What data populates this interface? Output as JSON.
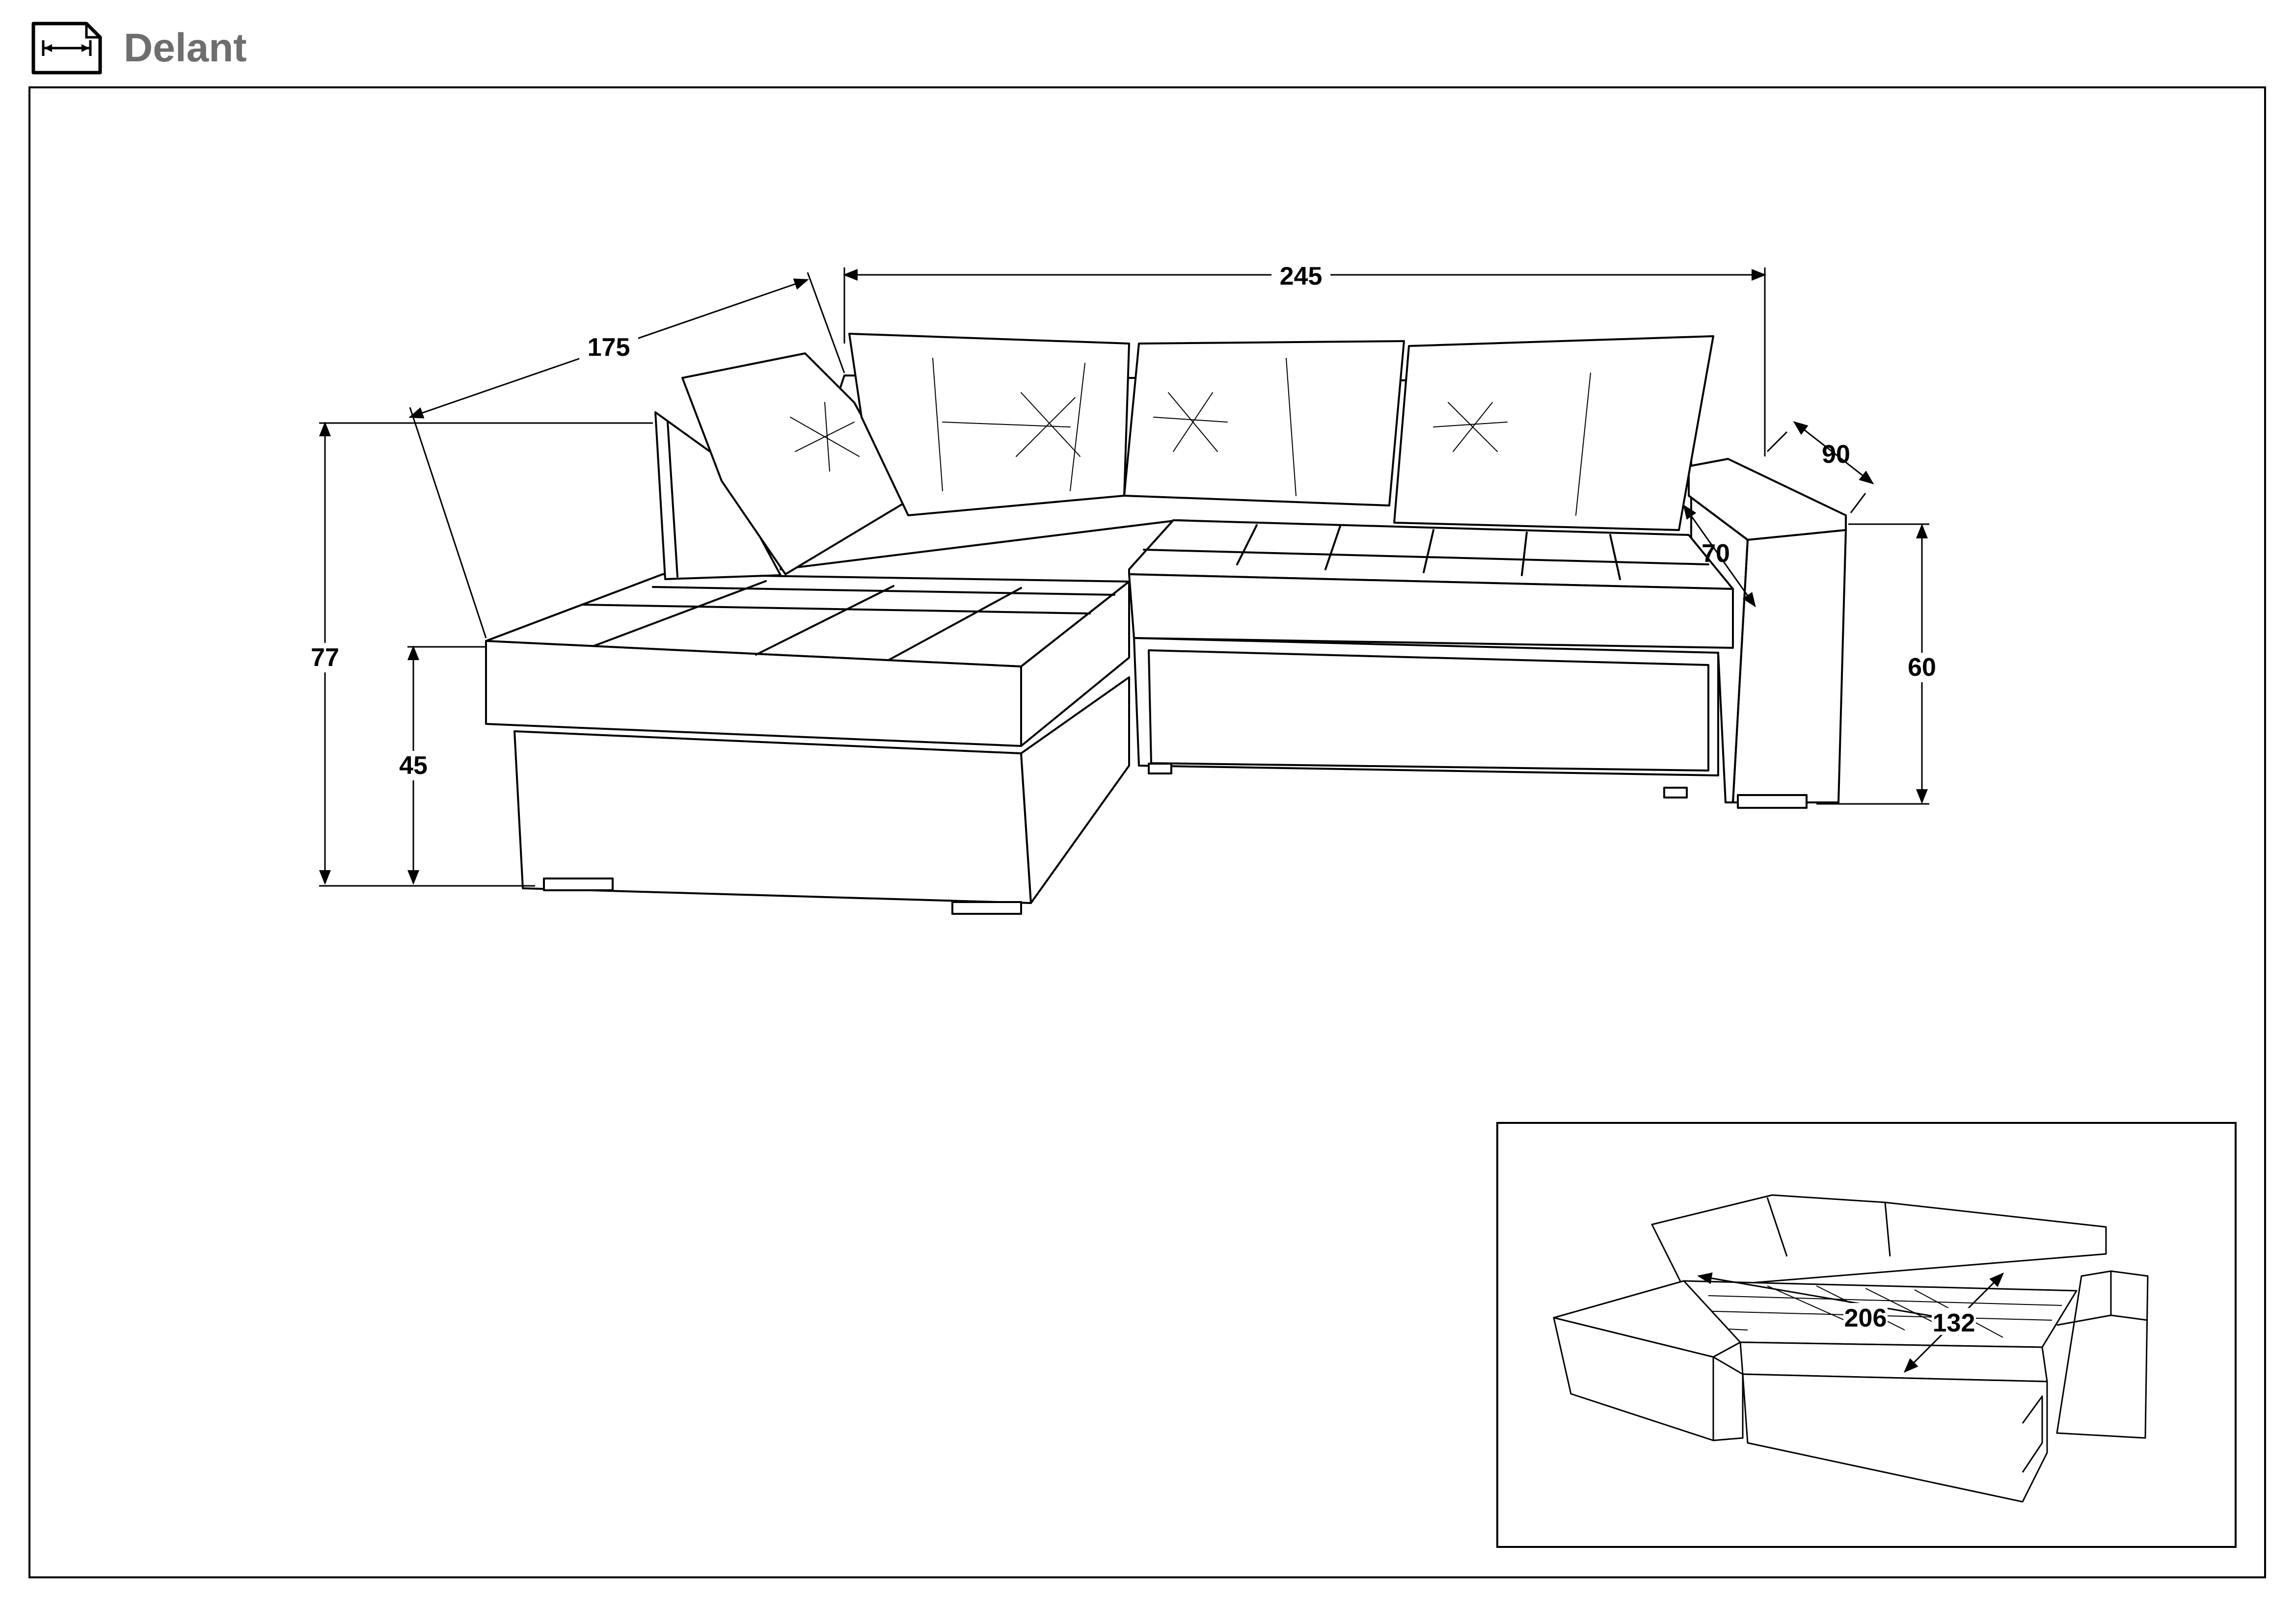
{
  "title": "Delant",
  "dimensions": {
    "width_total": "245",
    "chaise_length": "175",
    "armrest_depth": "90",
    "seat_depth": "70",
    "arm_height": "60",
    "total_height": "77",
    "seat_height": "45"
  },
  "bed_dimensions": {
    "length": "206",
    "width": "132"
  }
}
